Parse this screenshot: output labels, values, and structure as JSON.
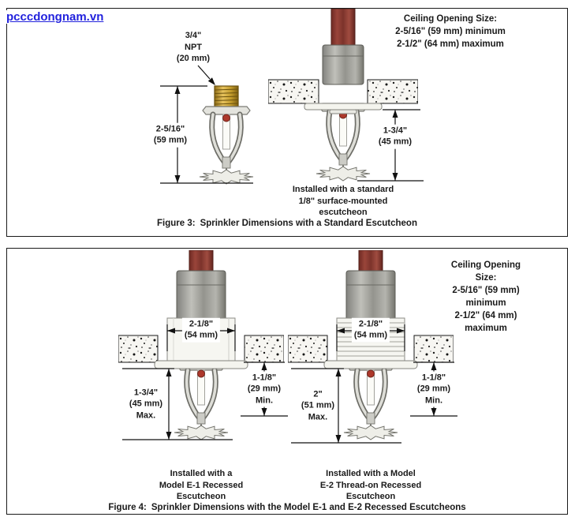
{
  "watermark": "pcccdongnam.vn",
  "figure3": {
    "ceiling_opening": {
      "title": "Ceiling Opening Size:",
      "min": "2-5/16\" (59 mm) minimum",
      "max": "2-1/2\" (64 mm) maximum"
    },
    "npt_label": "3/4\"\nNPT\n(20 mm)",
    "dim_sprinkler_height": "2-5/16\"\n(59 mm)",
    "dim_drop": "1-3/4\"\n(45 mm)",
    "installed_note": "Installed with a standard\n1/8\" surface-mounted\nescutcheon",
    "caption_label": "Figure 3:",
    "caption_text": "Sprinkler Dimensions with a Standard Escutcheon"
  },
  "figure4": {
    "ceiling_opening": {
      "title": "Ceiling Opening Size:",
      "min": "2-5/16\" (59 mm) minimum",
      "max": "2-1/2\" (64 mm) maximum"
    },
    "e1": {
      "dim_width": "2-1/8\"\n(54 mm)",
      "dim_max": "1-3/4\"\n(45 mm)\nMax.",
      "dim_min": "1-1/8\"\n(29 mm)\nMin.",
      "installed_note": "Installed with a\nModel E-1 Recessed\nEscutcheon"
    },
    "e2": {
      "dim_width": "2-1/8\"\n(54 mm)",
      "dim_max": "2\"\n(51 mm)\nMax.",
      "dim_min": "1-1/8\"\n(29 mm)\nMin.",
      "installed_note": "Installed with a Model\nE-2 Thread-on Recessed\nEscutcheon"
    },
    "caption_label": "Figure 4:",
    "caption_text": "Sprinkler Dimensions with the Model E-1 and E-2 Recessed Escutcheons"
  }
}
